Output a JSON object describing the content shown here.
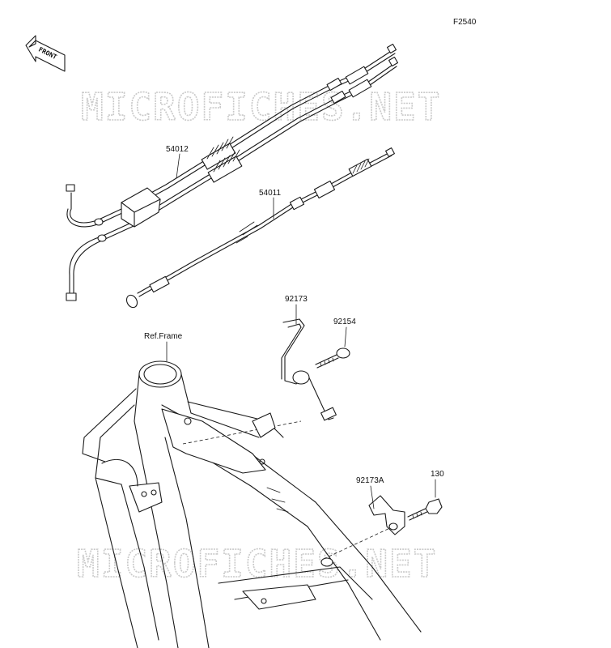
{
  "figure_code": "F2540",
  "front_badge": "FRONT",
  "watermark": "MICROFICHES.NET",
  "labels": {
    "part_54012": "54012",
    "part_54011": "54011",
    "part_92173": "92173",
    "part_92154": "92154",
    "ref_frame": "Ref.Frame",
    "part_92173A": "92173A",
    "part_130": "130"
  }
}
